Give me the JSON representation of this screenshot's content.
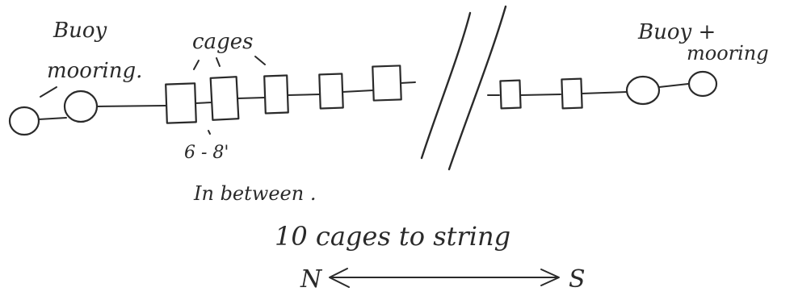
{
  "labels": {
    "left_anchor_top": "Buoy",
    "left_anchor_bottom": "mooring.",
    "cages_label": "cages",
    "spacing_value": "6 - 8'",
    "spacing_note": "In between .",
    "right_anchor_top": "Buoy +",
    "right_anchor_bottom": "mooring",
    "count_note": "10 cages to string",
    "dir_north": "N",
    "dir_south": "S"
  },
  "string": {
    "cages_left_group": 5,
    "cages_right_group": 2,
    "buoys_each_end": 2
  },
  "colors": {
    "ink": "#2a2a2a",
    "paper": "#ffffff"
  }
}
